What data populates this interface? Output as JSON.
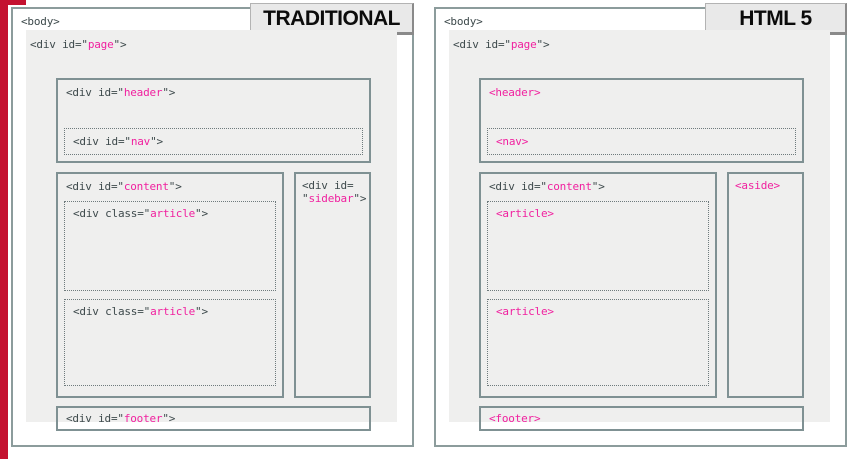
{
  "colors": {
    "accent_red": "#c41230",
    "tag_magenta": "#f0219f",
    "code_text": "#3e4a4c",
    "box_border": "#7f9193",
    "panel_border": "#8c9c9c",
    "page_background": "#efefee",
    "title_background": "#e9e9e9"
  },
  "panels": [
    {
      "id": "traditional",
      "title": "TRADITIONAL",
      "body_tag": "<body>",
      "page_label": {
        "pre": "<div id=\"",
        "name": "page",
        "suf": "\">"
      },
      "header_label": {
        "pre": "<div id=\"",
        "name": "header",
        "suf": "\">"
      },
      "nav_label": {
        "pre": "<div id=\"",
        "name": "nav",
        "suf": "\">"
      },
      "content_label": {
        "pre": "<div id=\"",
        "name": "content",
        "suf": "\">"
      },
      "article1_label": {
        "pre": "<div class=\"",
        "name": "article",
        "suf": "\">"
      },
      "article2_label": {
        "pre": "<div class=\"",
        "name": "article",
        "suf": "\">"
      },
      "sidebar_label": {
        "pre": "<div id=\n\"",
        "name": "sidebar",
        "suf": "\">"
      },
      "footer_label": {
        "pre": "<div id=\"",
        "name": "footer",
        "suf": "\">"
      }
    },
    {
      "id": "html5",
      "title": "HTML 5",
      "body_tag": "<body>",
      "page_label": {
        "pre": "<div id=\"",
        "name": "page",
        "suf": "\">"
      },
      "header_label": {
        "pre": "",
        "name": "<header>",
        "suf": ""
      },
      "nav_label": {
        "pre": "",
        "name": "<nav>",
        "suf": ""
      },
      "content_label": {
        "pre": "<div id=\"",
        "name": "content",
        "suf": "\">"
      },
      "article1_label": {
        "pre": "",
        "name": "<article>",
        "suf": ""
      },
      "article2_label": {
        "pre": "",
        "name": "<article>",
        "suf": ""
      },
      "sidebar_label": {
        "pre": "",
        "name": "<aside>",
        "suf": ""
      },
      "footer_label": {
        "pre": "",
        "name": "<footer>",
        "suf": ""
      }
    }
  ]
}
